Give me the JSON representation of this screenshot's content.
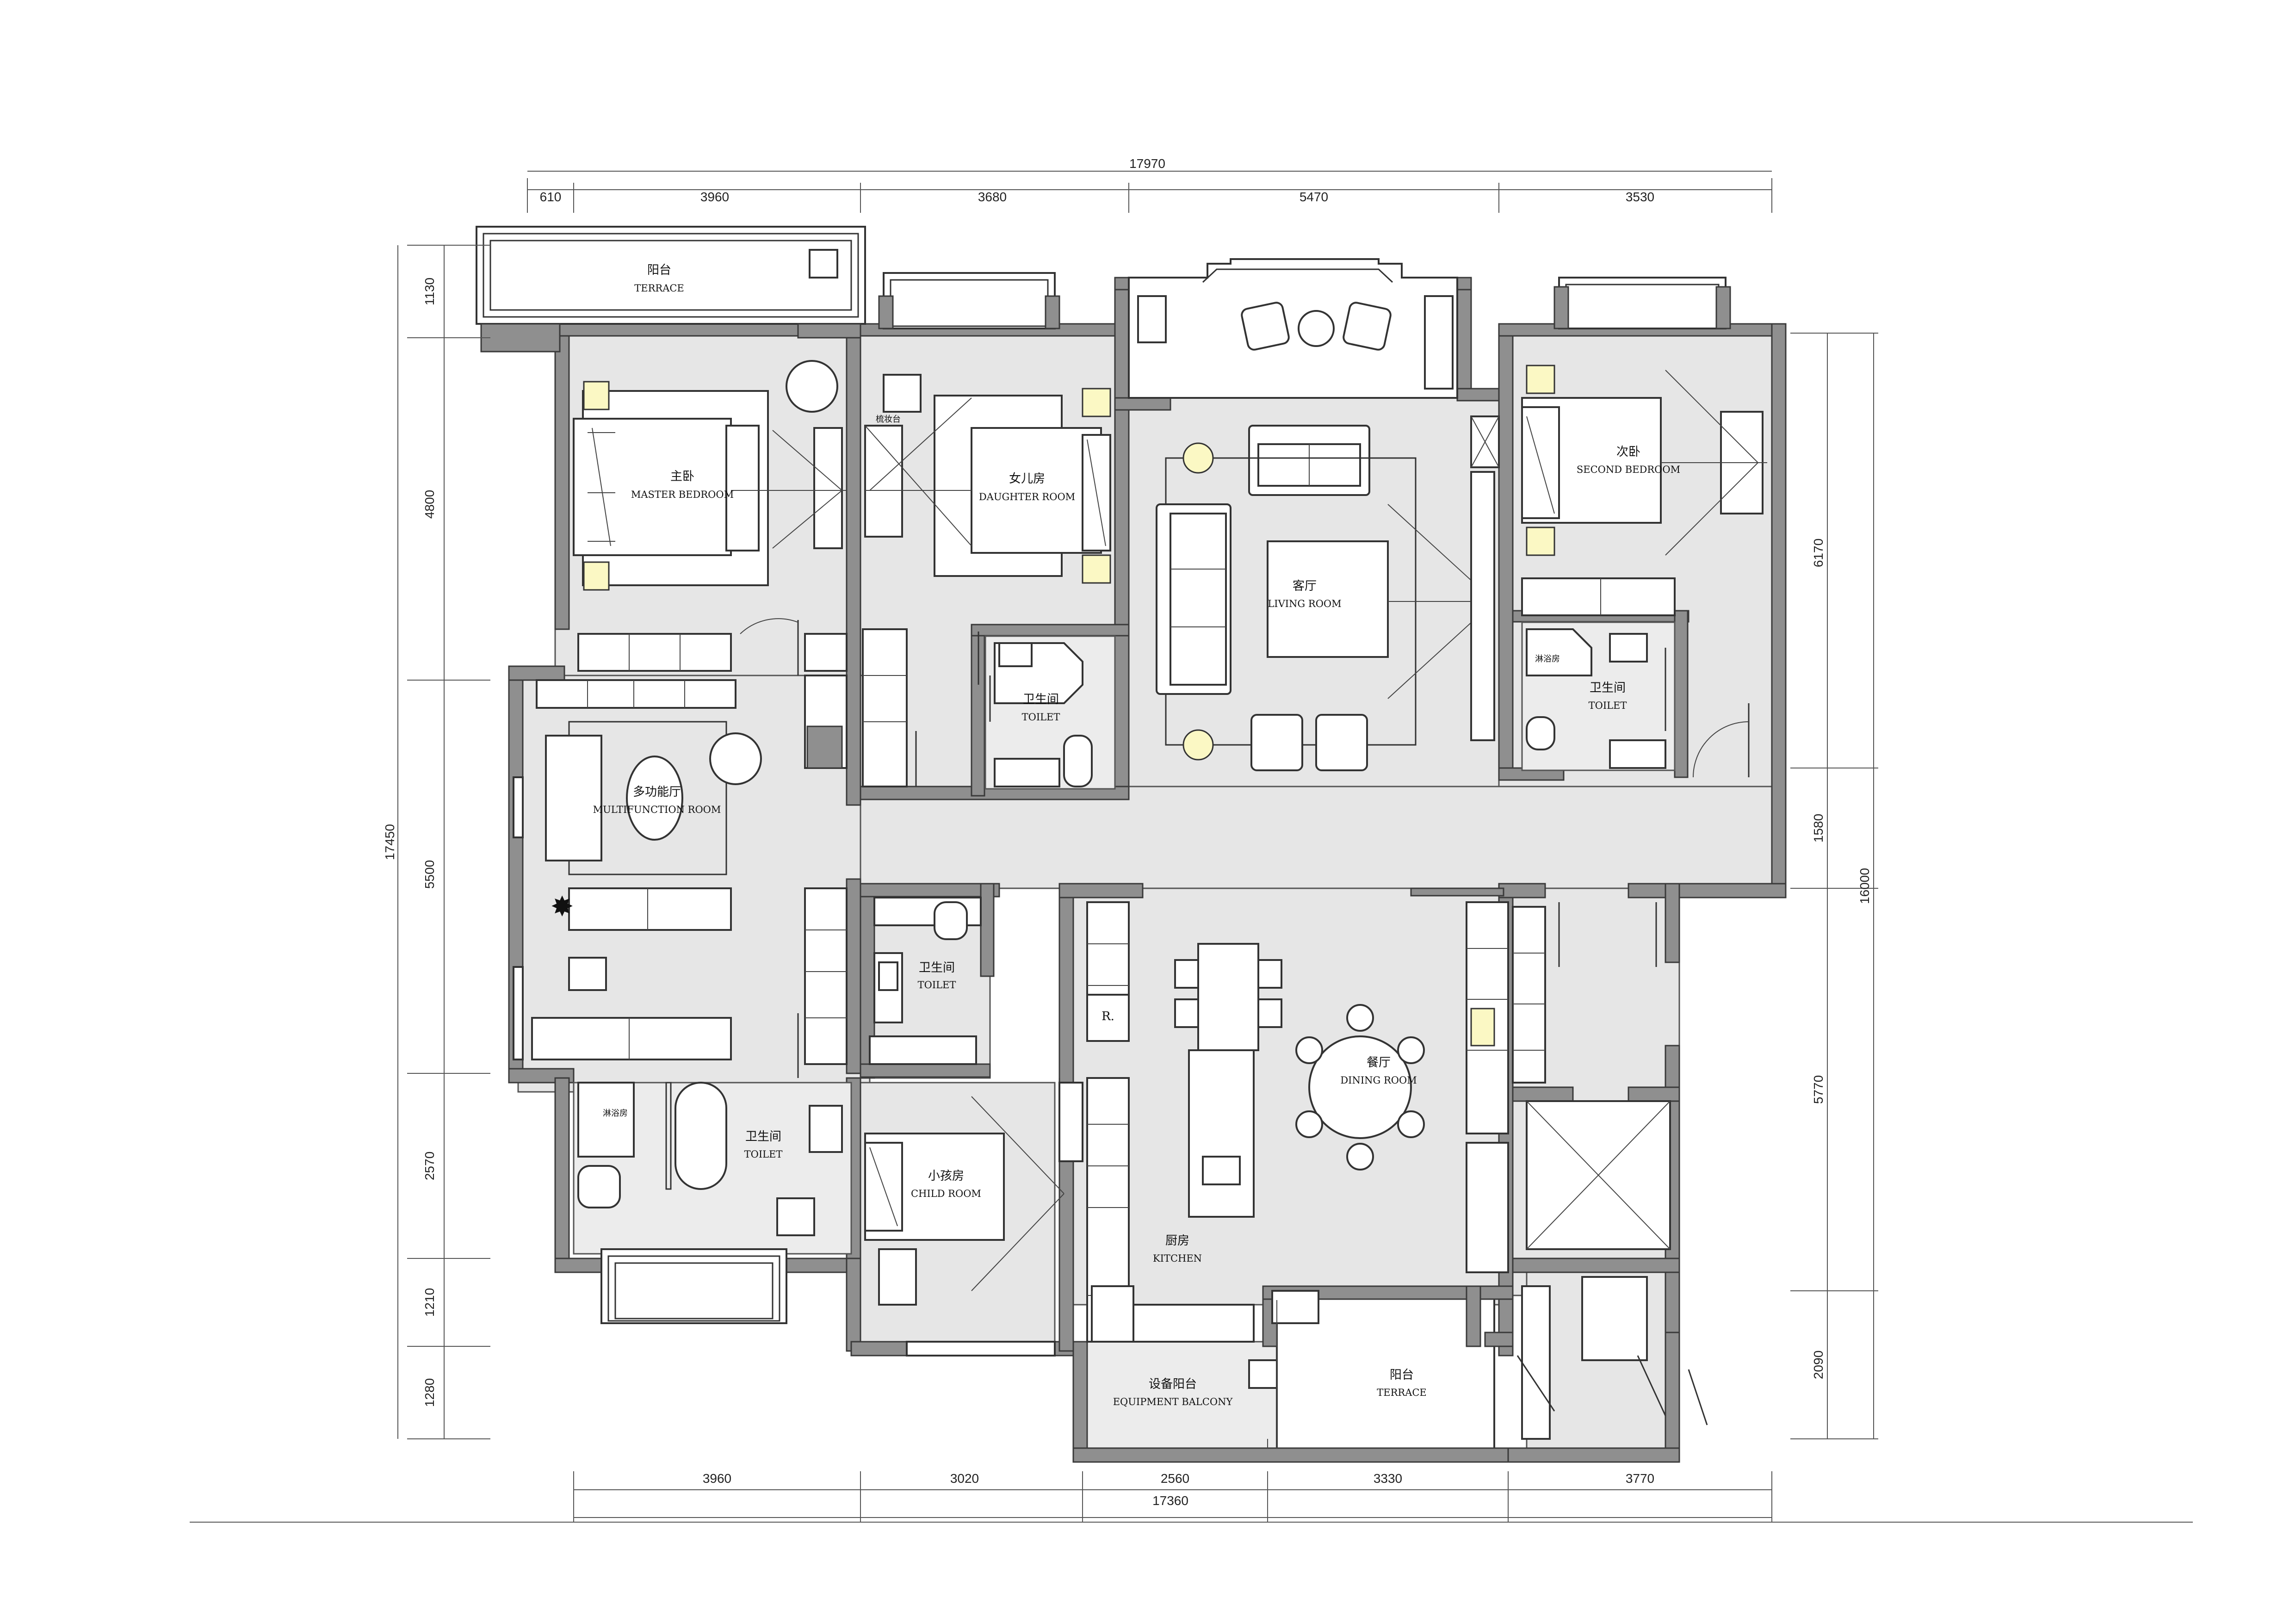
{
  "rooms": {
    "terrace_top": {
      "cn": "阳台",
      "en": "TERRACE"
    },
    "master_bedroom": {
      "cn": "主卧",
      "en": "MASTER BEDROOM"
    },
    "daughter_room": {
      "cn": "女儿房",
      "en": "DAUGHTER ROOM"
    },
    "dressing_table": {
      "cn": "梳妆台"
    },
    "living_room": {
      "cn": "客厅",
      "en": "LIVING ROOM"
    },
    "second_bedroom": {
      "cn": "次卧",
      "en": "SECOND BEDROOM"
    },
    "toilet_daughter": {
      "cn": "卫生间",
      "en": "TOILET"
    },
    "toilet_second": {
      "cn": "卫生间",
      "en": "TOILET"
    },
    "shower_second": {
      "cn": "淋浴房"
    },
    "multifunction_room": {
      "cn": "多功能厅",
      "en": "MULTIFUNCTION ROOM"
    },
    "toilet_middle": {
      "cn": "卫生间",
      "en": "TOILET"
    },
    "dining_room": {
      "cn": "餐厅",
      "en": "DINING ROOM"
    },
    "fridge": {
      "cn": "R."
    },
    "toilet_master": {
      "cn": "卫生间",
      "en": "TOILET"
    },
    "shower_master": {
      "cn": "淋浴房"
    },
    "child_room": {
      "cn": "小孩房",
      "en": "CHILD ROOM"
    },
    "kitchen": {
      "cn": "厨房",
      "en": "KITCHEN"
    },
    "equipment_balcony": {
      "cn": "设备阳台",
      "en": "EQUIPMENT BALCONY"
    },
    "terrace_bottom": {
      "cn": "阳台",
      "en": "TERRACE"
    }
  },
  "dimensions": {
    "top_total": "17970",
    "top": [
      "610",
      "3960",
      "3680",
      "5470",
      "3530"
    ],
    "bottom_total": "17360",
    "bottom": [
      "3960",
      "3020",
      "2560",
      "3330",
      "3770"
    ],
    "left_total": "17450",
    "left": [
      "1130",
      "4800",
      "5500",
      "2570",
      "1210",
      "1280"
    ],
    "right_total": "16000",
    "right": [
      "6170",
      "1580",
      "5770",
      "2090"
    ]
  },
  "colors": {
    "wall": "#8f8f8f",
    "floor": "#e6e6e6",
    "lamp": "#fbf8c4"
  }
}
